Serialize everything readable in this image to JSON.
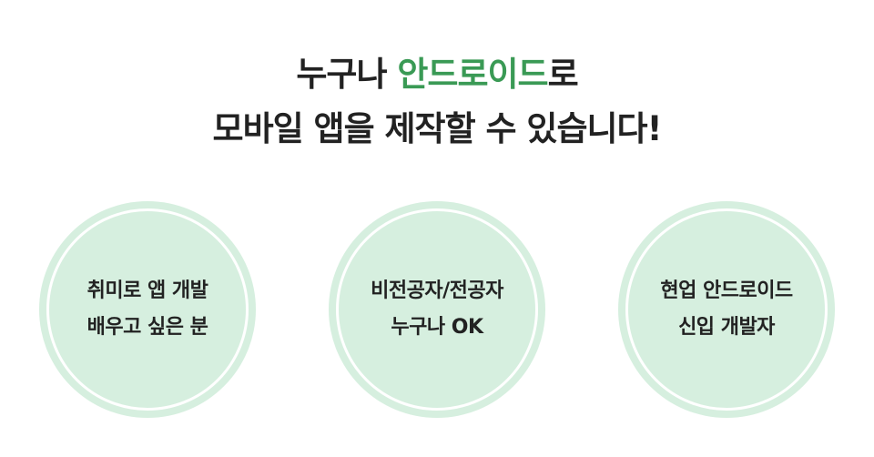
{
  "headline": {
    "line1_before": "누구나 ",
    "line1_accent": "안드로이드",
    "line1_after": "로",
    "line2": "모바일 앱을 제작할 수 있습니다!"
  },
  "colors": {
    "accent": "#3a9a55",
    "circle_fill": "#d6efdf",
    "text": "#222222"
  },
  "audiences": [
    {
      "line1": "취미로 앱 개발",
      "line2": "배우고 싶은 분"
    },
    {
      "line1": "비전공자/전공자",
      "line2": "누구나 OK"
    },
    {
      "line1": "현업 안드로이드",
      "line2": "신입 개발자"
    }
  ]
}
